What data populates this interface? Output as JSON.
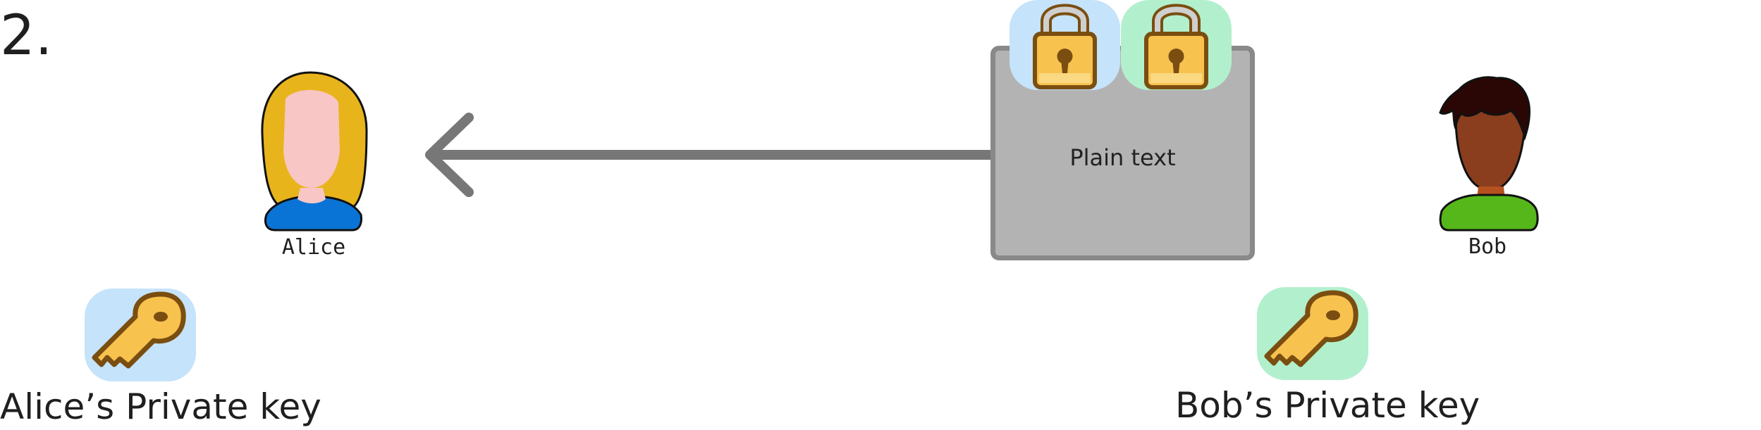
{
  "step_label": "2.",
  "alice": {
    "name": "Alice",
    "key_label": "Alice’s Private key"
  },
  "bob": {
    "name": "Bob",
    "key_label": "Bob’s Private key"
  },
  "message_box": {
    "text": "Plain text"
  },
  "colors": {
    "alice_key_bg": "#c5e3fa",
    "bob_key_bg": "#b2f0cd",
    "box_fill": "#b3b3b3",
    "box_border": "#898989",
    "arrow": "#777777",
    "lock_gold": "#f8c24f",
    "outline_brown": "#7a4e10"
  },
  "icons": [
    "alice-avatar-icon",
    "bob-avatar-icon",
    "padlock-icon",
    "key-icon",
    "arrow-left-icon"
  ]
}
